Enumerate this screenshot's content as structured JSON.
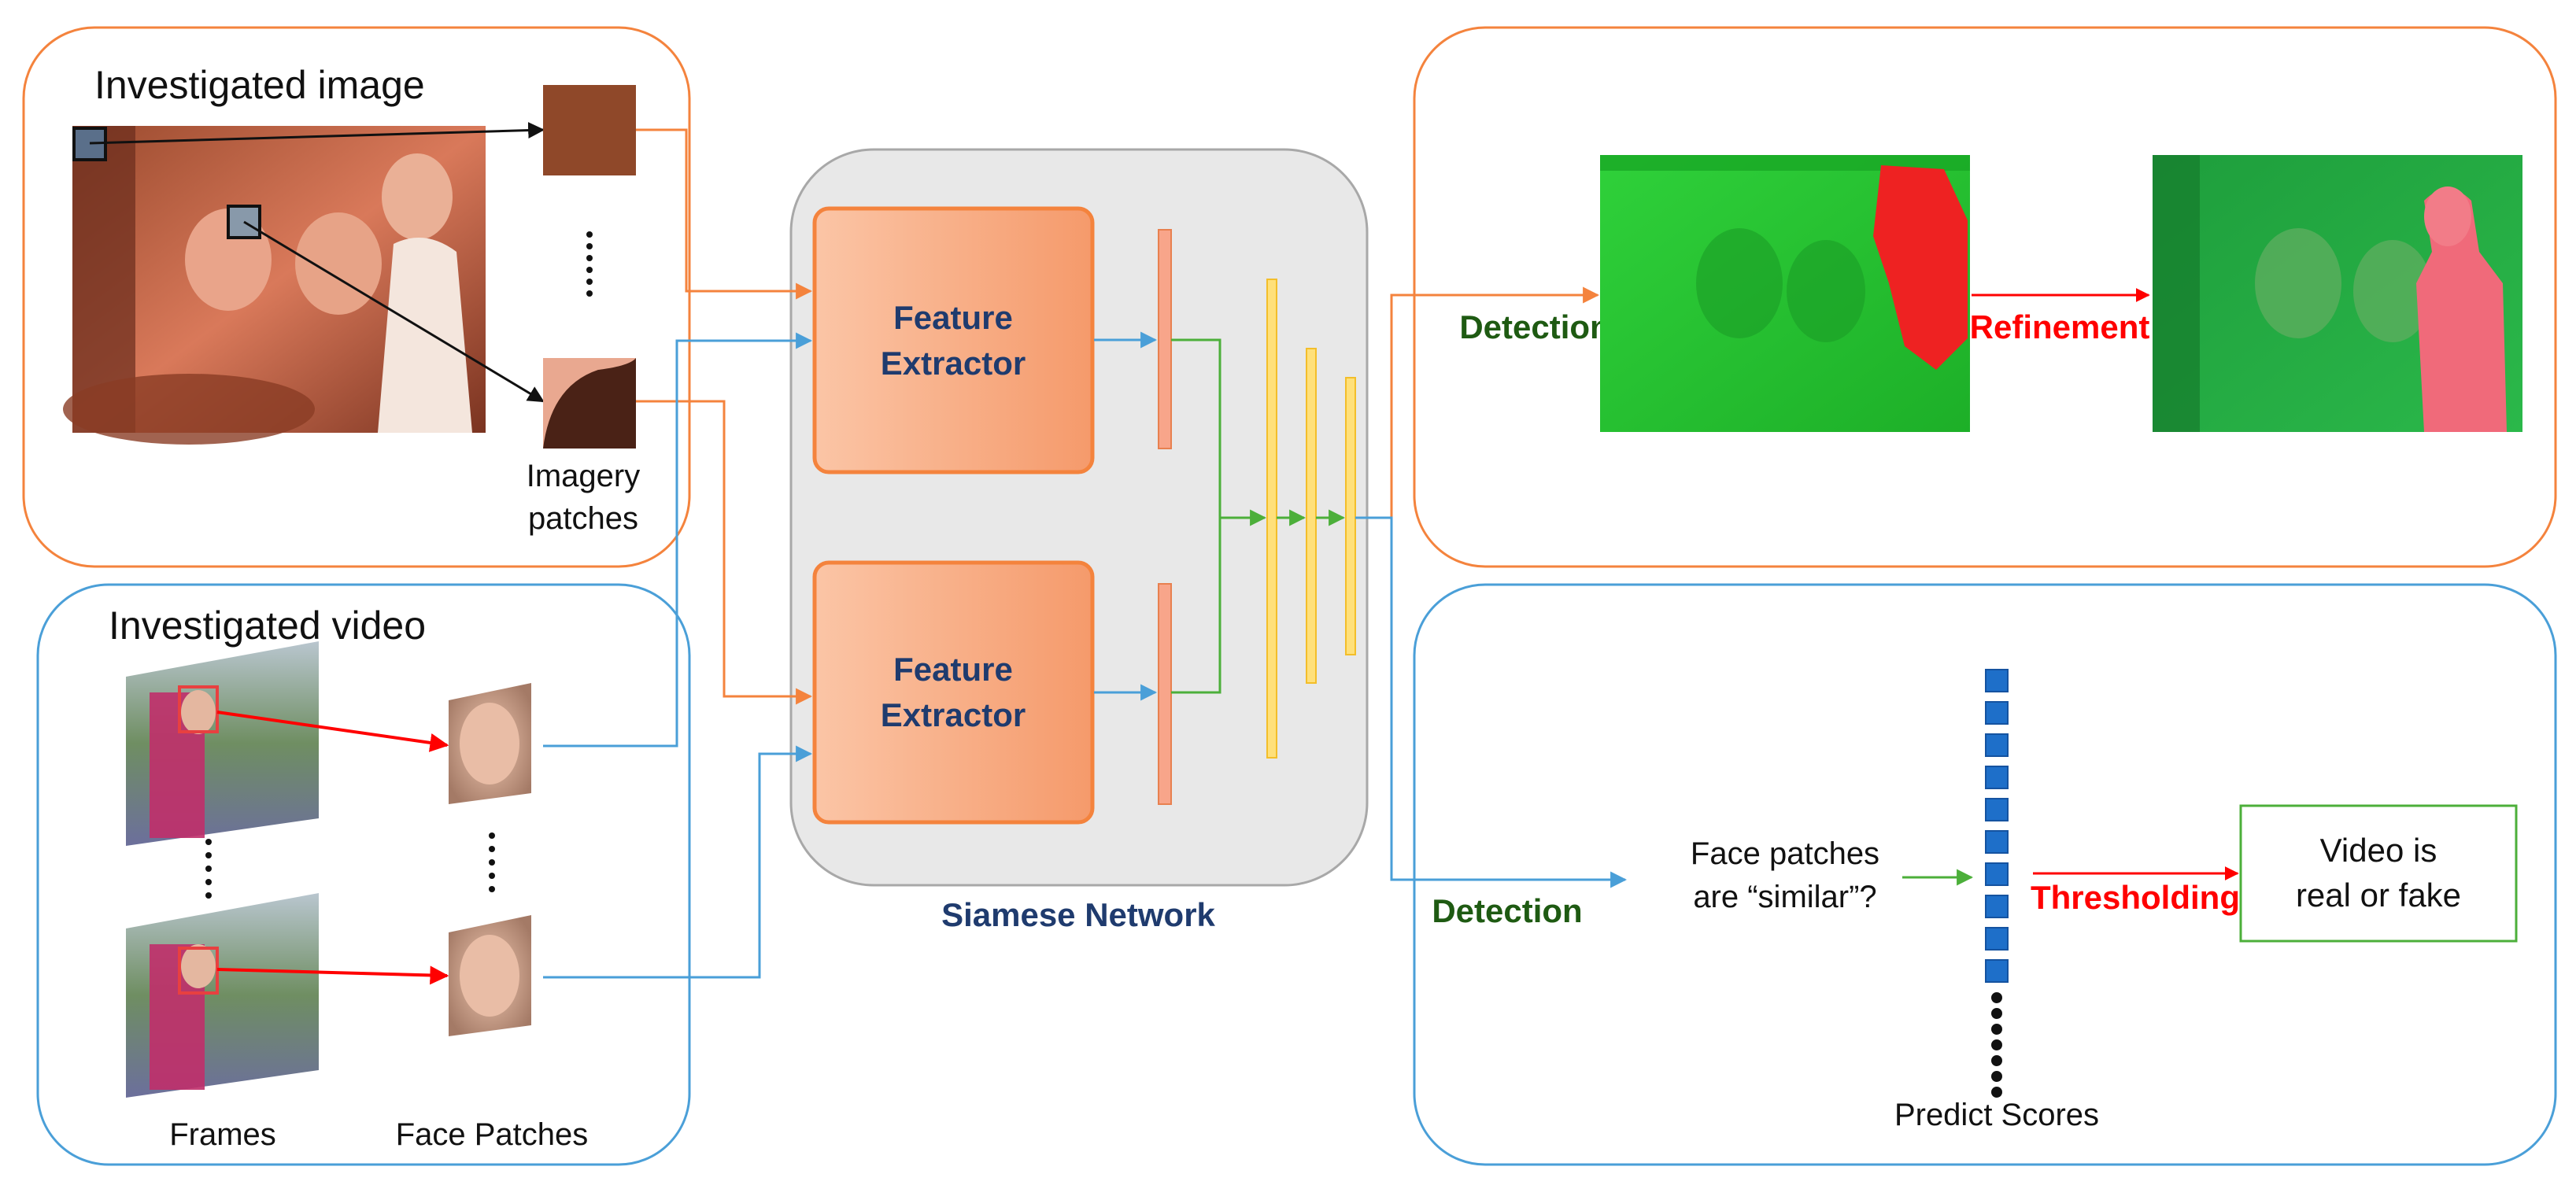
{
  "image_panel": {
    "title": "Investigated image",
    "patches_label_line1": "Imagery",
    "patches_label_line2": "patches"
  },
  "video_panel": {
    "title": "Investigated video",
    "frames_label": "Frames",
    "face_patches_label": "Face Patches"
  },
  "siamese": {
    "label": "Siamese Network",
    "extractor_top_line1": "Feature",
    "extractor_top_line2": "Extractor",
    "extractor_bottom_line1": "Feature",
    "extractor_bottom_line2": "Extractor"
  },
  "image_output": {
    "detection_label": "Detection",
    "refinement_label": "Refinement"
  },
  "video_output": {
    "detection_label": "Detection",
    "question_line1": "Face patches",
    "question_line2": "are “similar”?",
    "scores_label": "Predict Scores",
    "threshold_label": "Thresholding",
    "result_line1": "Video is",
    "result_line2": "real or fake"
  },
  "colors": {
    "orange": "#F4833D",
    "blue": "#4A9FD8",
    "green": "#4CAF3A",
    "red": "#FF0000",
    "navy": "#1F3B6E",
    "dark_green": "#1E5A12",
    "yellow": "#FFD24A",
    "score_blue": "#1E6FC9"
  }
}
